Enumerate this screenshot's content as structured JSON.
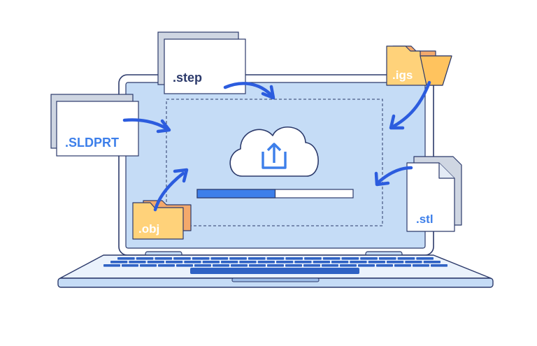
{
  "files": {
    "step": ".step",
    "sldprt": ".SLDPRT",
    "igs": ".igs",
    "obj": ".obj",
    "stl": ".stl"
  },
  "upload": {
    "progress": 0.5
  },
  "colors": {
    "screen": "#c5dcf6",
    "outline": "#2c3a6b",
    "accent": "#3d7fea",
    "folder": "#ffd27a",
    "folder_tab": "#f4a96b",
    "card_shadow": "#cfd6e2",
    "label_blue": "#3d7fea",
    "label_dark": "#2c3a6b",
    "label_folder": "#ffffff"
  }
}
